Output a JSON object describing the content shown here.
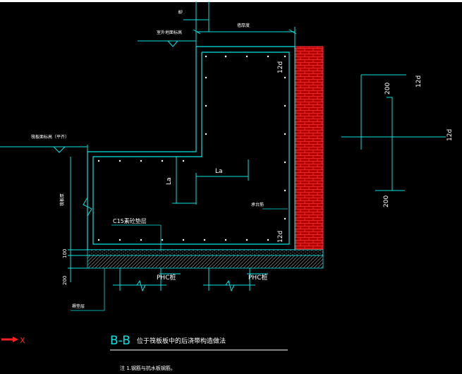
{
  "colors": {
    "background": "#000000",
    "line": "#00e5e5",
    "label": "#ffffff",
    "brick_fill": "#b00000",
    "brick_mortar": "#ff3030",
    "ucs_x": "#ff2020"
  },
  "labels": {
    "dim_top_small": "墙",
    "dim_top_width": "墙厚度",
    "elev_top": "室外地面标高",
    "elev_left": "筏板面标高（平齐）",
    "depth_label": "筏板厚",
    "la_horizontal": "La",
    "la_vertical": "La",
    "concrete_label": "C15素砼垫层",
    "rebar_label": "承台筋",
    "dim_12d_top": "12d",
    "dim_12d_bottom": "12d",
    "dim_100": "100",
    "dim_200": "200",
    "pile_1": "PHC桩",
    "pile_2": "PHC桩",
    "cushion_label": "褥垫层",
    "detail_top_200": "200",
    "detail_bottom_200": "200",
    "detail_12d_top": "12d",
    "detail_12d_right": "12d",
    "section_title": "B-B",
    "section_subtitle": "位于筏板板中的后浇带构造做法",
    "note": "注 1.钢筋与抗水板钢筋。",
    "axis_x": "X"
  }
}
